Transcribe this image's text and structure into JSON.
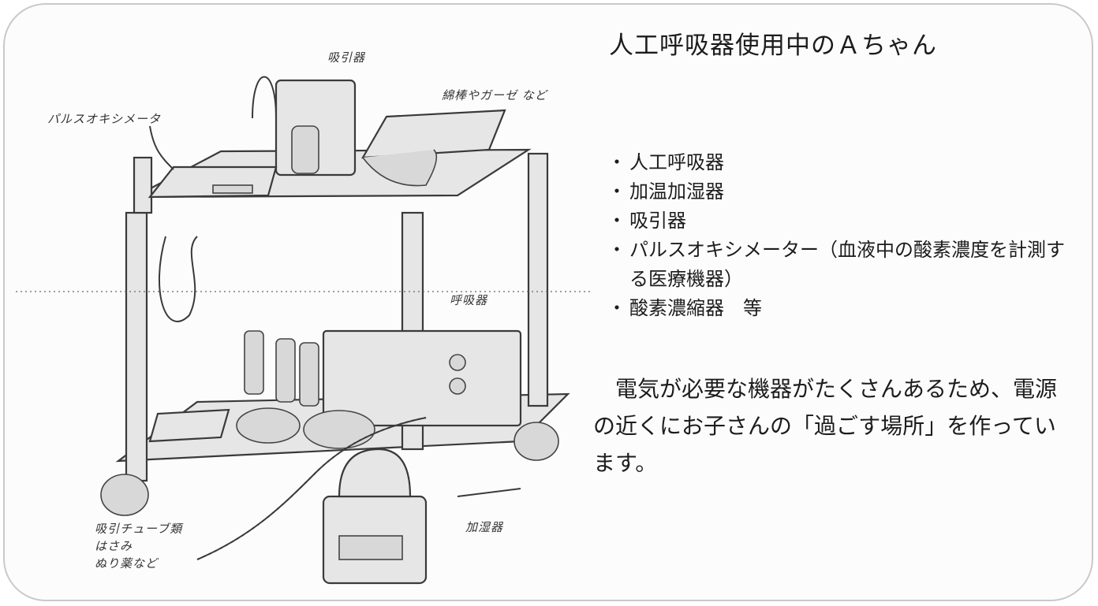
{
  "title": "人工呼吸器使用中のＡちゃん",
  "equipment": [
    "人工呼吸器",
    "加温加湿器",
    "吸引器",
    "パルスオキシメーター（血液中の酸素濃度を計測する医療機器）",
    "酸素濃縮器　等"
  ],
  "description": "電気が必要な機器がたくさんあるため、電源の近くにお子さんの「過ごす場所」を作っています。",
  "sketch_labels": {
    "suction": "吸引器",
    "pulse_oximeter": "パルスオキシメータ",
    "sterile": "綿棒やガーゼ など",
    "ventilator": "呼吸器",
    "humidifier": "加湿器",
    "tubes_line1": "吸引チューブ類",
    "tubes_line2": "はさみ",
    "tubes_line3": "ぬり薬など"
  },
  "colors": {
    "border": "#c9c9c9",
    "ink": "#1c1c1c",
    "sketch": "#3a3a3a"
  }
}
